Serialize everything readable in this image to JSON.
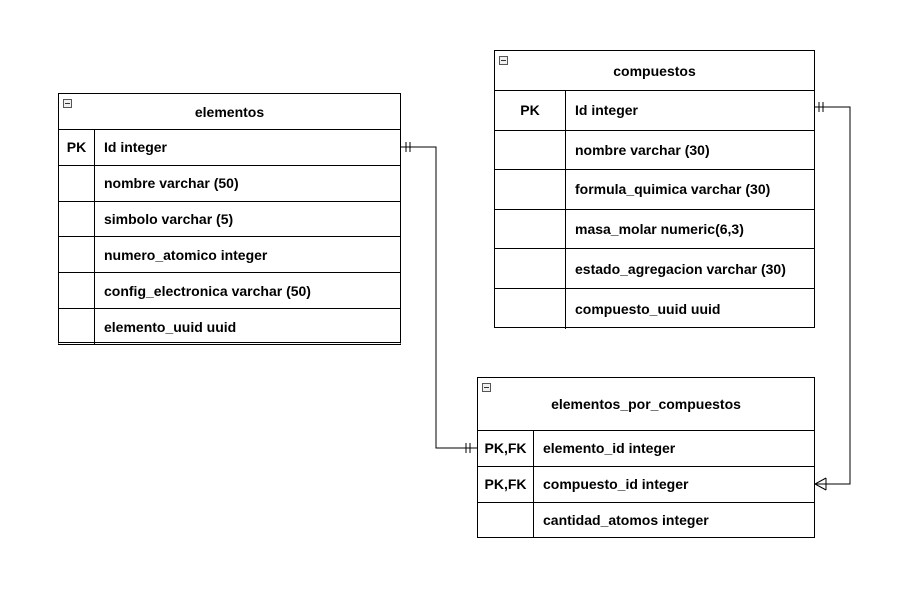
{
  "tables": {
    "elementos": {
      "title": "elementos",
      "rows": [
        {
          "key": "PK",
          "field": "Id integer"
        },
        {
          "key": "",
          "field": "nombre varchar (50)"
        },
        {
          "key": "",
          "field": "simbolo varchar (5)"
        },
        {
          "key": "",
          "field": "numero_atomico integer"
        },
        {
          "key": "",
          "field": "config_electronica varchar (50)"
        },
        {
          "key": "",
          "field": "elemento_uuid uuid"
        }
      ]
    },
    "compuestos": {
      "title": "compuestos",
      "rows": [
        {
          "key": "PK",
          "field": "Id integer"
        },
        {
          "key": "",
          "field": "nombre varchar (30)"
        },
        {
          "key": "",
          "field": "formula_quimica varchar (30)"
        },
        {
          "key": "",
          "field": "masa_molar numeric(6,3)"
        },
        {
          "key": "",
          "field": "estado_agregacion varchar (30)"
        },
        {
          "key": "",
          "field": "compuesto_uuid uuid"
        }
      ]
    },
    "elementos_por_compuestos": {
      "title": "elementos_por_compuestos",
      "rows": [
        {
          "key": "PK,FK",
          "field": "elemento_id integer"
        },
        {
          "key": "PK,FK",
          "field": "compuesto_id integer"
        },
        {
          "key": "",
          "field": "cantidad_atomos integer"
        }
      ]
    }
  },
  "relationships": [
    {
      "from": "elementos.Id",
      "to": "elementos_por_compuestos.elemento_id",
      "from_end": "one-and-only-one",
      "to_end": "one-and-only-one"
    },
    {
      "from": "compuestos.Id",
      "to": "elementos_por_compuestos.compuesto_id",
      "from_end": "one-and-only-one",
      "to_end": "many"
    }
  ]
}
